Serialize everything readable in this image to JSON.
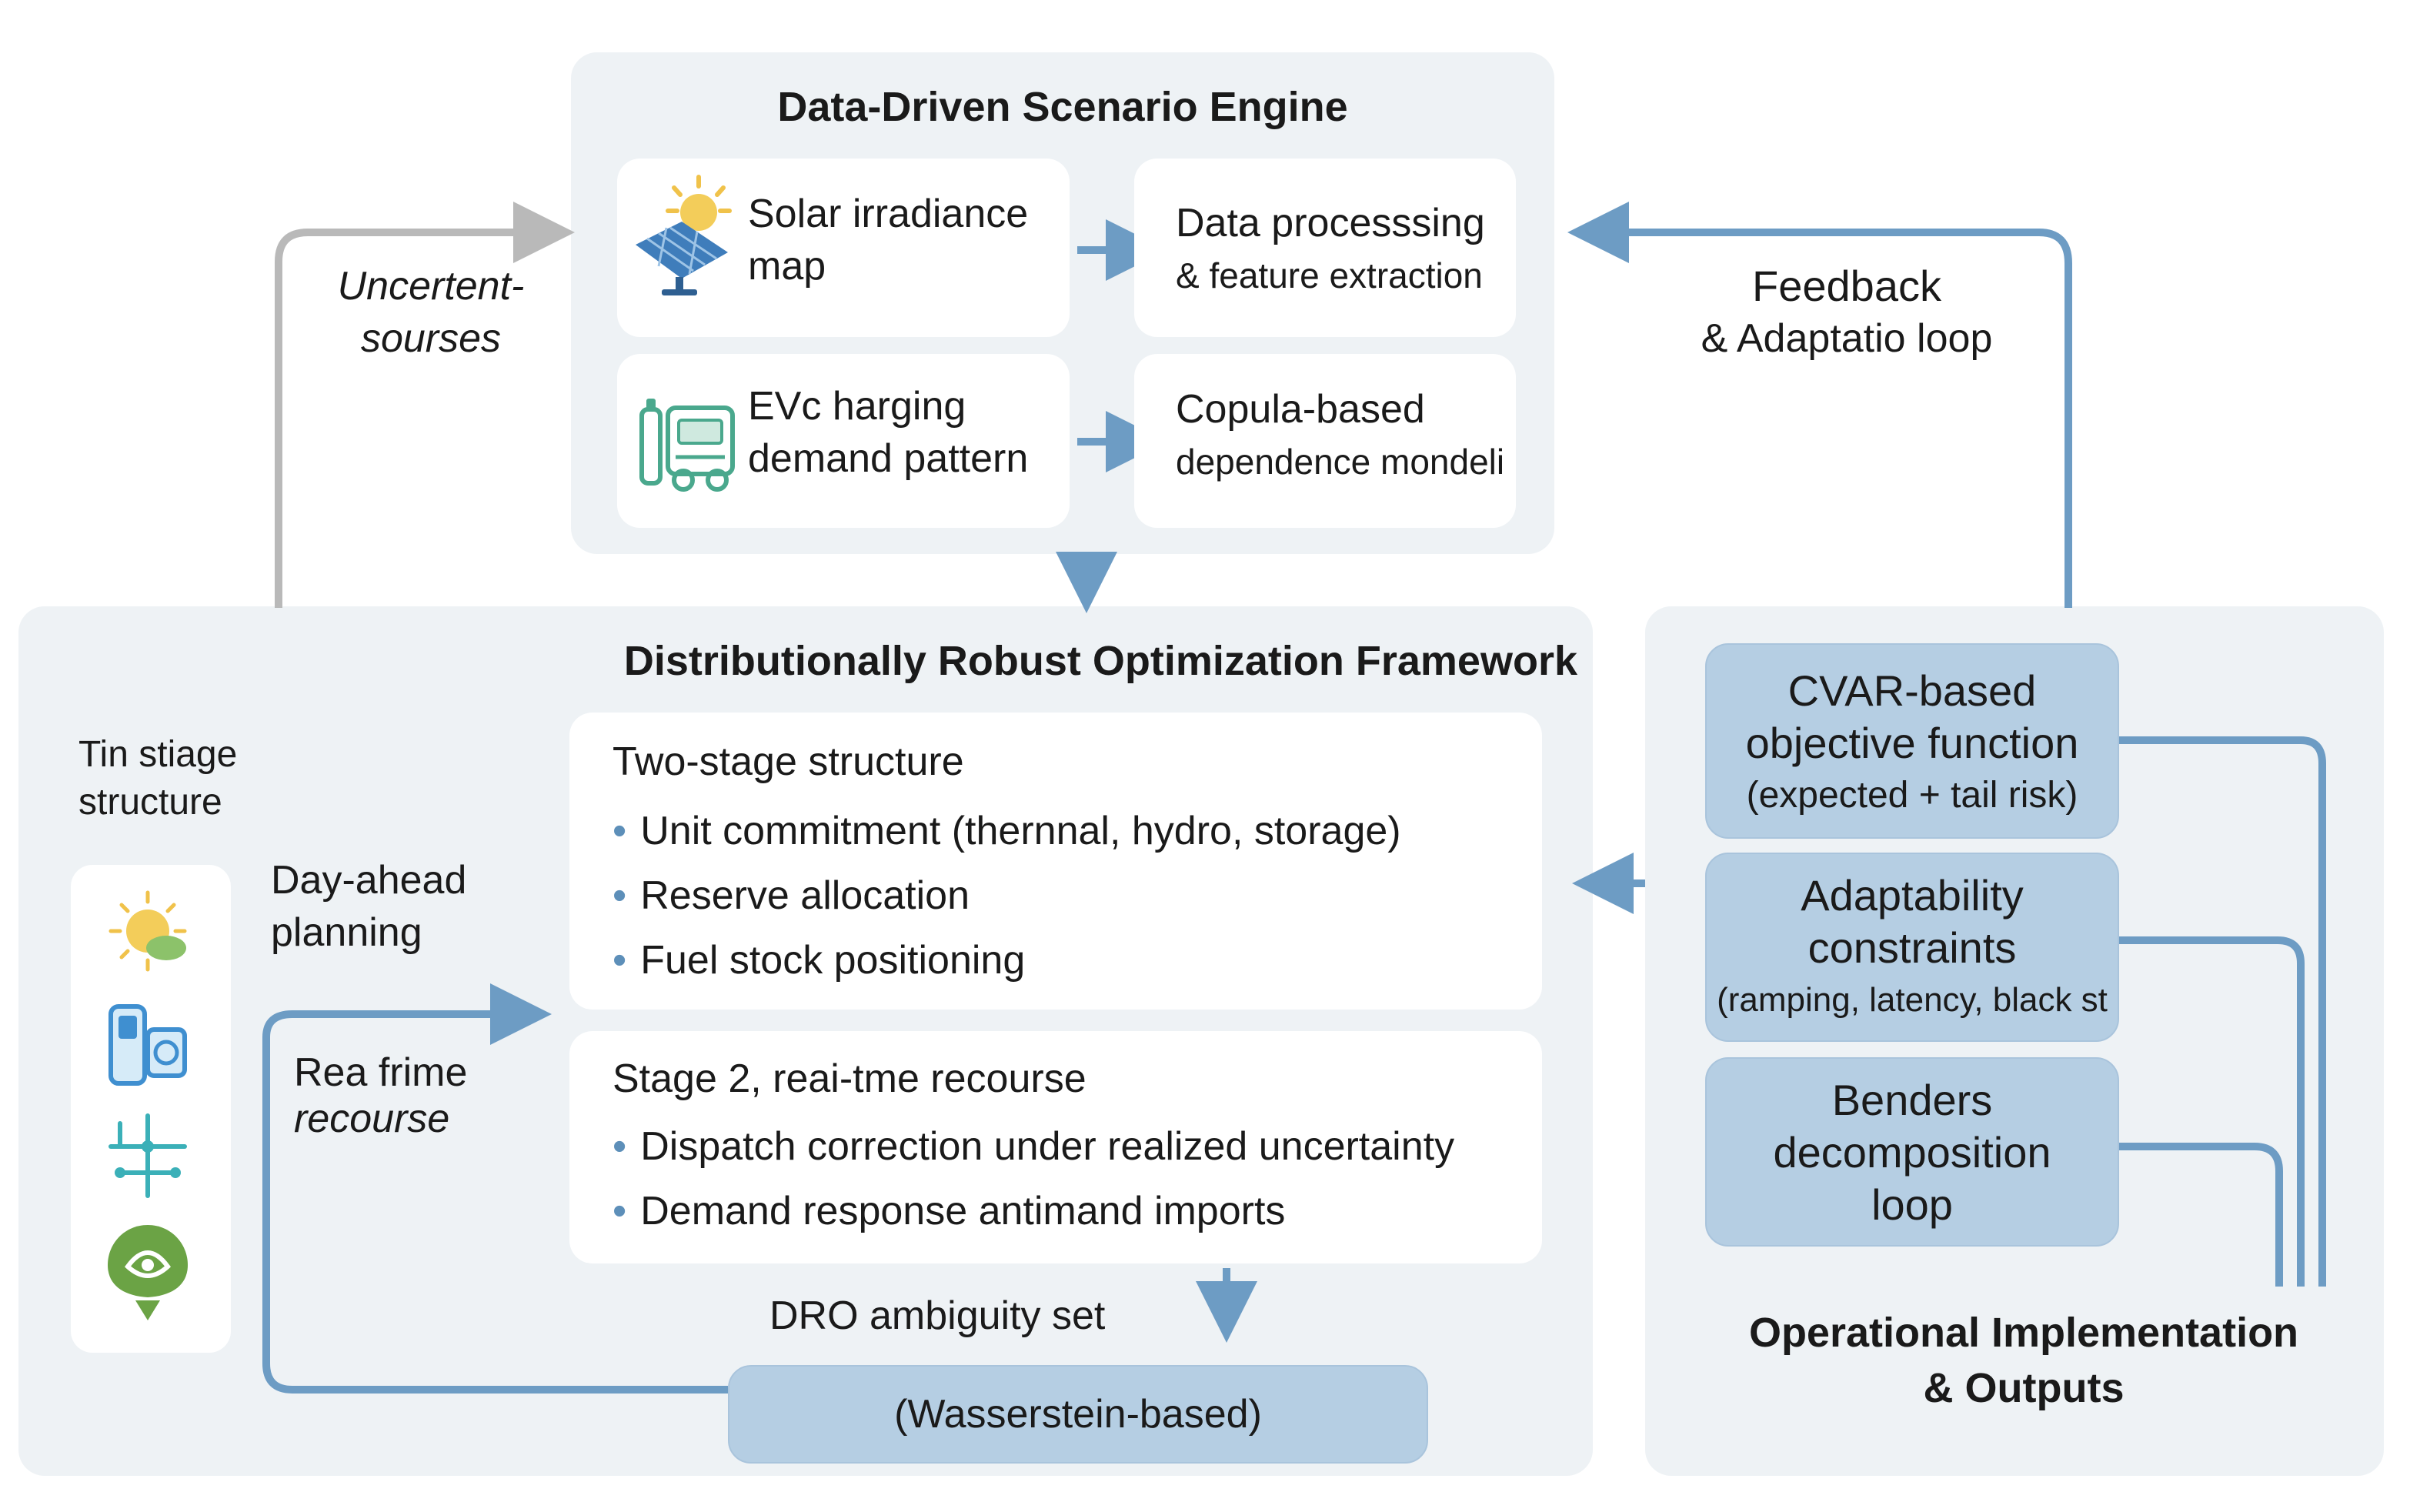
{
  "scenario_engine": {
    "title": "Data-Driven Scenario Engine",
    "solar": {
      "line1": "Solar irradiance",
      "line2": "map"
    },
    "processing": {
      "line1": "Data processsing",
      "line2": "& feature extraction"
    },
    "ev": {
      "line1": "EVc harging",
      "line2": "demand pattern"
    },
    "copula": {
      "line1": "Copula-based",
      "line2": "dependence mondeli"
    }
  },
  "uncertainty": {
    "line1": "Uncertent-",
    "line2": "sourses"
  },
  "feedback": {
    "line1": "Feedback",
    "line2": "& Adaptatio loop"
  },
  "dro": {
    "title": "Distributionally Robust Optimization Framework",
    "side_label": {
      "line1": "Tin stiage",
      "line2": "structure"
    },
    "day_ahead": {
      "line1": "Day-ahead",
      "line2": "planning"
    },
    "real_time": {
      "line1": "Rea frime",
      "line2": "recourse"
    },
    "stage1": {
      "heading": "Two-stage structure",
      "bullets": [
        "Unit commitment (thernnal, hydro, storage)",
        "Reserve allocation",
        "Fuel stock positioning"
      ]
    },
    "stage2": {
      "heading": "Stage 2, reai-tme recourse",
      "bullets": [
        "Dispatch correction under realized uncertainty",
        "Demand response antimand imports"
      ]
    },
    "ambiguity_label": "DRO ambiguity set",
    "ambiguity_box": "(Wasserstein-based)",
    "icons": [
      "sun-leaf-icon",
      "ev-charger-icon",
      "grid-network-icon",
      "hydro-drop-icon"
    ]
  },
  "operational": {
    "title": {
      "line1": "Operational Implementation",
      "line2": "& Outputs"
    },
    "cvar": {
      "line1": "CVAR-based",
      "line2": "objective function",
      "line3": "(expected + tail risk)"
    },
    "adapt": {
      "line1": "Adaptability",
      "line2": "constraints",
      "line3": "(ramping, latency, black st"
    },
    "benders": {
      "line1": "Benders",
      "line2": "decomposition",
      "line3": "loop"
    }
  },
  "colors": {
    "panel": "#eef2f5",
    "card": "#ffffff",
    "blue_box": "#b5cee3",
    "arrow_blue": "#6d9cc4",
    "arrow_gray": "#b9b9b9"
  }
}
